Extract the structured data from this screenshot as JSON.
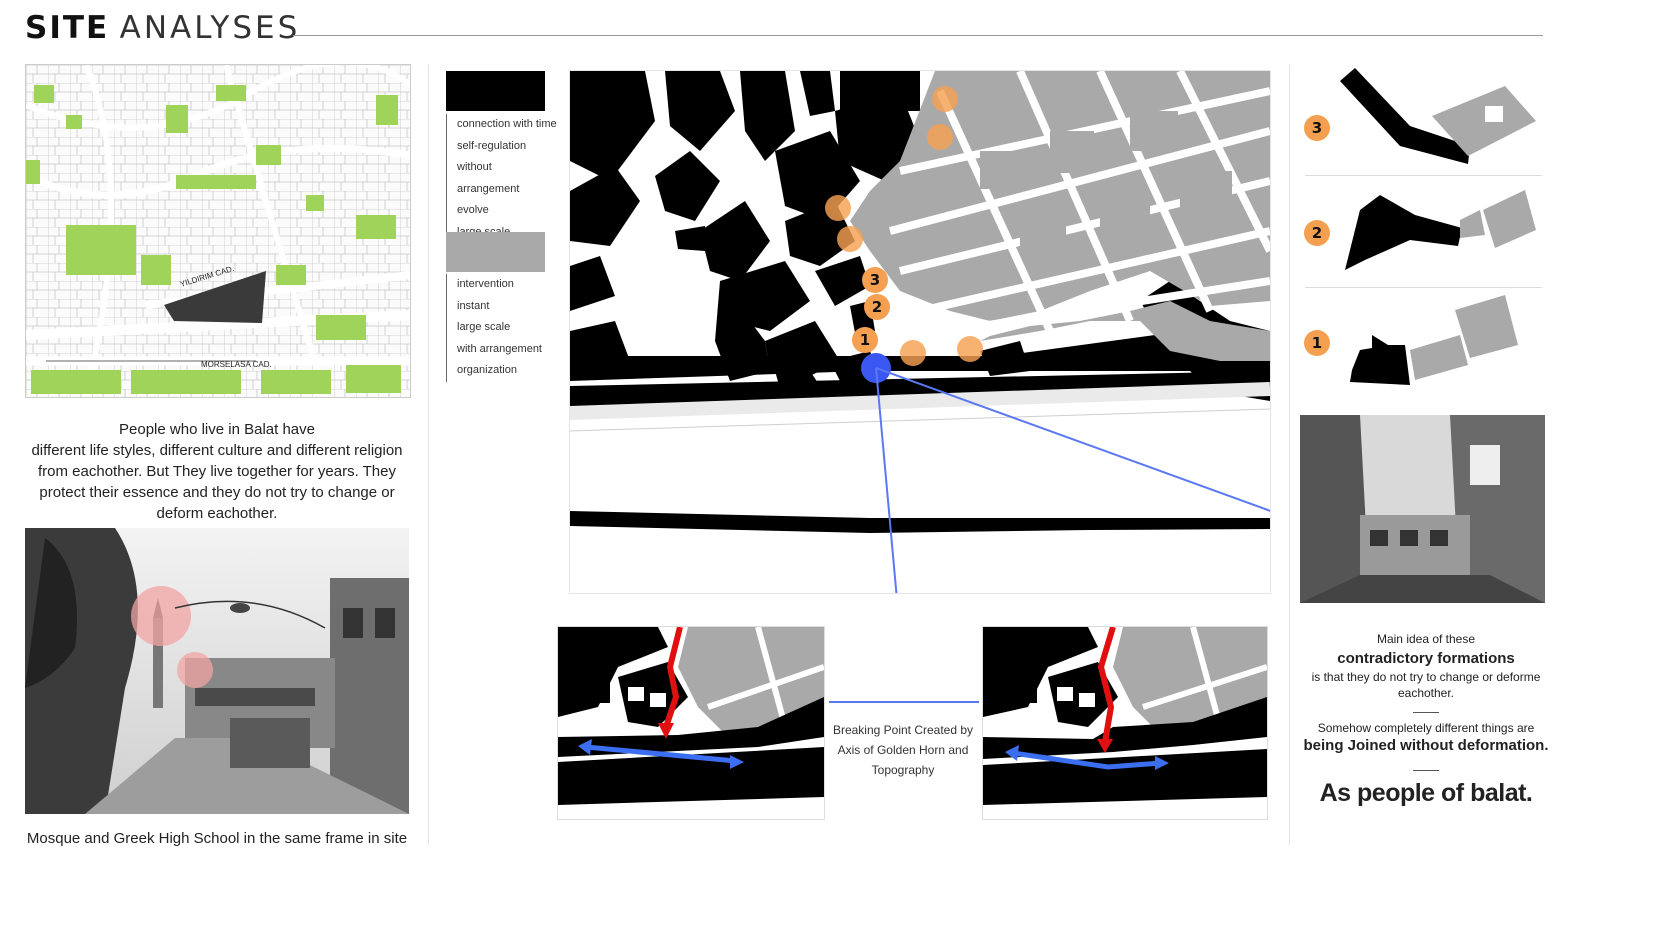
{
  "header": {
    "title_bold": "SITE",
    "title_light": "ANALYSES"
  },
  "left": {
    "map_labels": {
      "street1": "YILDIRIM CAD.",
      "street2": "MORSELASA CAD."
    },
    "paragraph": [
      "People who live in Balat have",
      "different life styles, different culture and different religion",
      "from eachother. But They live together for years. They",
      "protect their essence and they do not try to change or",
      "deform eachother."
    ],
    "photo_caption": "Mosque and Greek High School in the same frame in site"
  },
  "legend": {
    "black_items": [
      "connection with time",
      "self-regulation",
      "without arrangement",
      "evolve",
      "large scale"
    ],
    "grey_items": [
      "intervention",
      "instant",
      "large scale",
      "with arrangement",
      "organization"
    ]
  },
  "main_map": {
    "markers": [
      "3",
      "2",
      "1"
    ]
  },
  "bottom_caption": [
    "Breaking Point Created by",
    "Axis of Golden Horn and",
    "Topography"
  ],
  "right": {
    "formations": [
      "3",
      "2",
      "1"
    ],
    "main_idea_intro": "Main idea of these",
    "main_idea_bold": "contradictory formations",
    "main_idea_rest": "is that they do not try to change or deforme eachother.",
    "somehow": "Somehow completely different things are",
    "joined": "being Joined without deformation.",
    "conclusion": "As people of balat."
  },
  "colors": {
    "accent_orange": "#f5a050",
    "accent_blue": "#4a6cf0",
    "red_arrow": "#e01010",
    "green_map": "#9fd35a",
    "grey_block": "#a9a9a9",
    "black_block": "#000000"
  }
}
